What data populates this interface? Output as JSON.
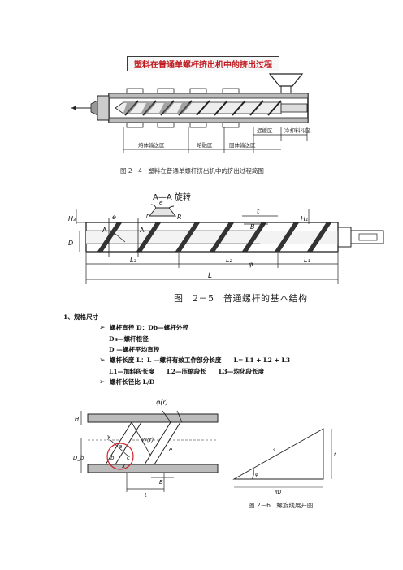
{
  "figure1": {
    "title": "塑料在普通单螺杆挤出机中的挤出过程",
    "zone_labels": {
      "transition": "迟缓区",
      "hopper_cool": "冷却料斗区",
      "melt_conveying": "熔体输送区",
      "melting": "熔融区",
      "solid_conveying": "固体输送区"
    },
    "caption": "图 2－4　塑料在普通单螺杆挤出机中的挤出过程简图"
  },
  "figure2": {
    "section_label": "A—A 旋转",
    "labels": {
      "H3": "H₃",
      "H1": "H₁",
      "D": "D",
      "A_left": "A",
      "A_right": "A",
      "e": "e",
      "e_prime": "e′",
      "r": "r",
      "R": "R",
      "t": "t",
      "B": "B",
      "phi": "φ",
      "L3": "L₃",
      "L2": "L₂",
      "L1": "L₁",
      "L": "L"
    },
    "caption": "图　2－5　普通螺杆的基本结构"
  },
  "specs": {
    "heading": "1、规格尺寸",
    "bullet1": "螺杆直径 D：Db—螺杆外径",
    "line_ds": "Ds—螺杆根径",
    "line_d": "D —螺杆平均直径",
    "bullet2": "螺杆长度 L：L —螺杆有效工作部分长度　　L= L1 + L2 + L3",
    "line_l": "L1—加料段长度　　L2—压缩段长　　L3—均化段长度",
    "bullet3": "螺杆长径比 L/D"
  },
  "figure3": {
    "labels": {
      "phi_r": "φ(r)",
      "H": "H",
      "Db": "D_b",
      "y": "y",
      "a": "a",
      "b": "b",
      "c": "c",
      "x": "x",
      "W_r": "W(r)",
      "e": "e",
      "B": "B",
      "t": "t"
    }
  },
  "figure4": {
    "labels": {
      "phi": "φ",
      "s": "s",
      "piD": "πD",
      "t": "t"
    },
    "caption": "图 2－6　螺旋线展开图"
  },
  "colors": {
    "title_red": "#c0161c",
    "line": "#222222",
    "circle_red": "#d0202a"
  }
}
